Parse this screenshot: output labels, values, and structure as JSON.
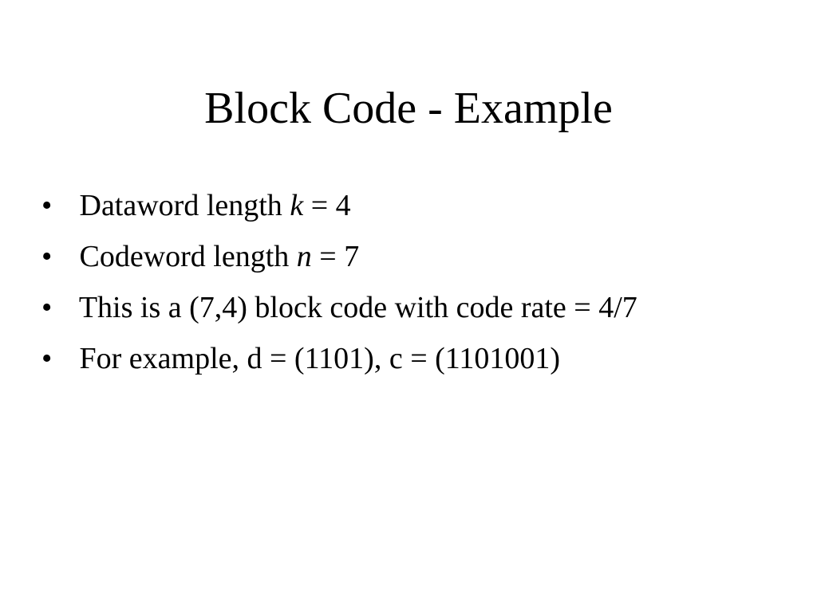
{
  "slide": {
    "title": "Block Code - Example",
    "bullet_symbol": "•",
    "bullets": [
      {
        "pre": "Dataword length ",
        "var": "k",
        "post": " = 4"
      },
      {
        "pre": "Codeword length ",
        "var": "n",
        "post": " = 7"
      },
      {
        "pre": "This is a (7,4) block code with code rate = 4/7",
        "var": "",
        "post": ""
      },
      {
        "pre": "For example, d = (1101), c = (1101001)",
        "var": "",
        "post": ""
      }
    ]
  }
}
